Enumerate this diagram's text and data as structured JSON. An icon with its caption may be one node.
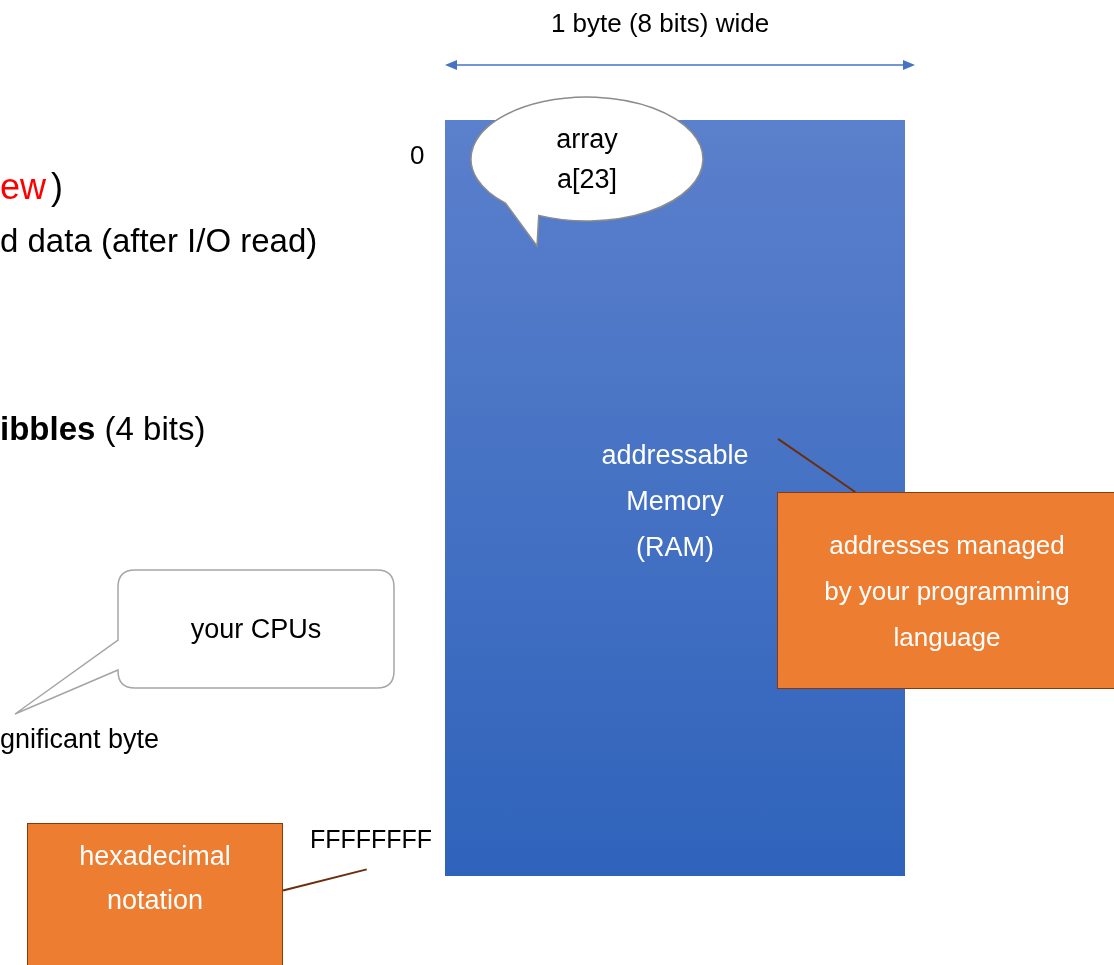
{
  "diagram": {
    "nodes": [
      {
        "text": [],
        "shape": "box"
      },
      {
        "text": [
          "array a[23]"
        ]
      },
      {
        "text": [
          "addressable Memory (RAM)"
        ],
        "in": 0
      },
      {
        "text": [
          "addresses managed by your programming language"
        ]
      },
      {
        "text": [
          "your CPUs"
        ]
      },
      {
        "text": [
          "FFFFFFFF"
        ]
      },
      {
        "text": [
          "hexadecimal notation"
        ]
      }
    ],
    "edges": [
      {
        "from": 3,
        "to": 2,
        "arrow": "none"
      },
      {
        "from": 6,
        "to": 5,
        "arrow": "none"
      }
    ],
    "labels": [
      "1 byte (8 bits) wide",
      "0",
      "ew",
      ")",
      "d data (after I/O read)",
      "**ibbles** (4 bits)",
      "gnificant byte"
    ]
  }
}
